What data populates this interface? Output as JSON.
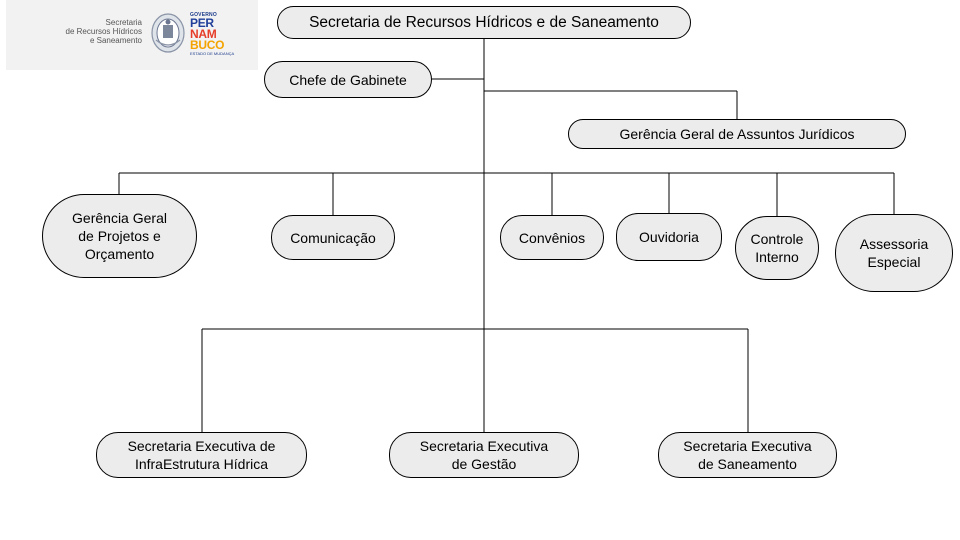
{
  "logo": {
    "agency_text": "Secretaria\nde Recursos Hídricos\ne Saneamento",
    "seal_icon": "state-seal-icon",
    "brand_top": "GOVERNO",
    "brand_row1": [
      "PER"
    ],
    "brand_row2": [
      "NAM"
    ],
    "brand_row3": [
      "BUCO"
    ],
    "brand_tagline": "ESTADO DE MUDANÇA",
    "colors": {
      "blue": "#1f3f9a",
      "red": "#e63d2a",
      "orange": "#f4a300",
      "green": "#18a05a"
    }
  },
  "org": {
    "root": "Secretaria de Recursos Hídricos e de Saneamento",
    "chief_of_staff": "Chefe de Gabinete",
    "legal": "Gerência Geral de Assuntos Jurídicos",
    "units": [
      "Gerência Geral\nde Projetos e\nOrçamento",
      "Comunicação",
      "Convênios",
      "Ouvidoria",
      "Controle\nInterno",
      "Assessoria\nEspecial"
    ],
    "executives": [
      "Secretaria Executiva de\nInfraEstrutura Hídrica",
      "Secretaria Executiva\nde Gestão",
      "Secretaria Executiva\nde Saneamento"
    ]
  },
  "style": {
    "node_fill": "#ececec",
    "line_color": "#000000"
  }
}
